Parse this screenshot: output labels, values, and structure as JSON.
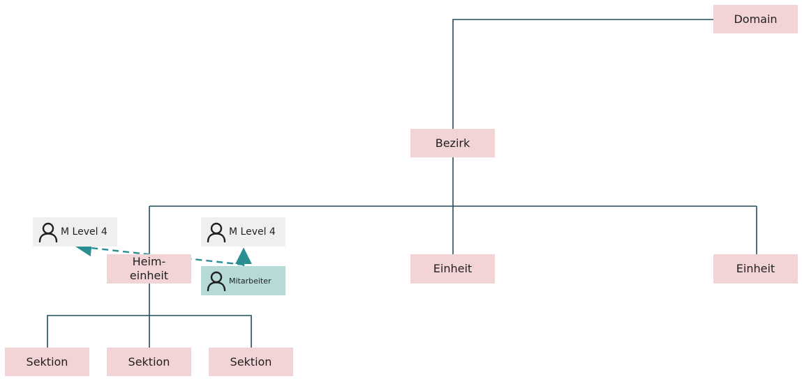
{
  "colors": {
    "node_pink": "#f2d3d6",
    "node_grey": "#efefef",
    "node_teal": "#b6dad8",
    "line": "#1e4d5a",
    "arrow": "#2a8f93"
  },
  "nodes": {
    "domain": "Domain",
    "bezirk": "Bezirk",
    "heimeinheit": "Heim-\neinheit",
    "einheit_1": "Einheit",
    "einheit_2": "Einheit",
    "sektion_1": "Sektion",
    "sektion_2": "Sektion",
    "sektion_3": "Sektion"
  },
  "people": {
    "m_level_left": {
      "label": "M Level 4",
      "icon": "person-outline-icon"
    },
    "m_level_right": {
      "label": "M Level 4",
      "icon": "person-outline-icon"
    },
    "mitarbeiter": {
      "label": "Mitarbeiter",
      "icon": "person-outline-icon"
    }
  }
}
